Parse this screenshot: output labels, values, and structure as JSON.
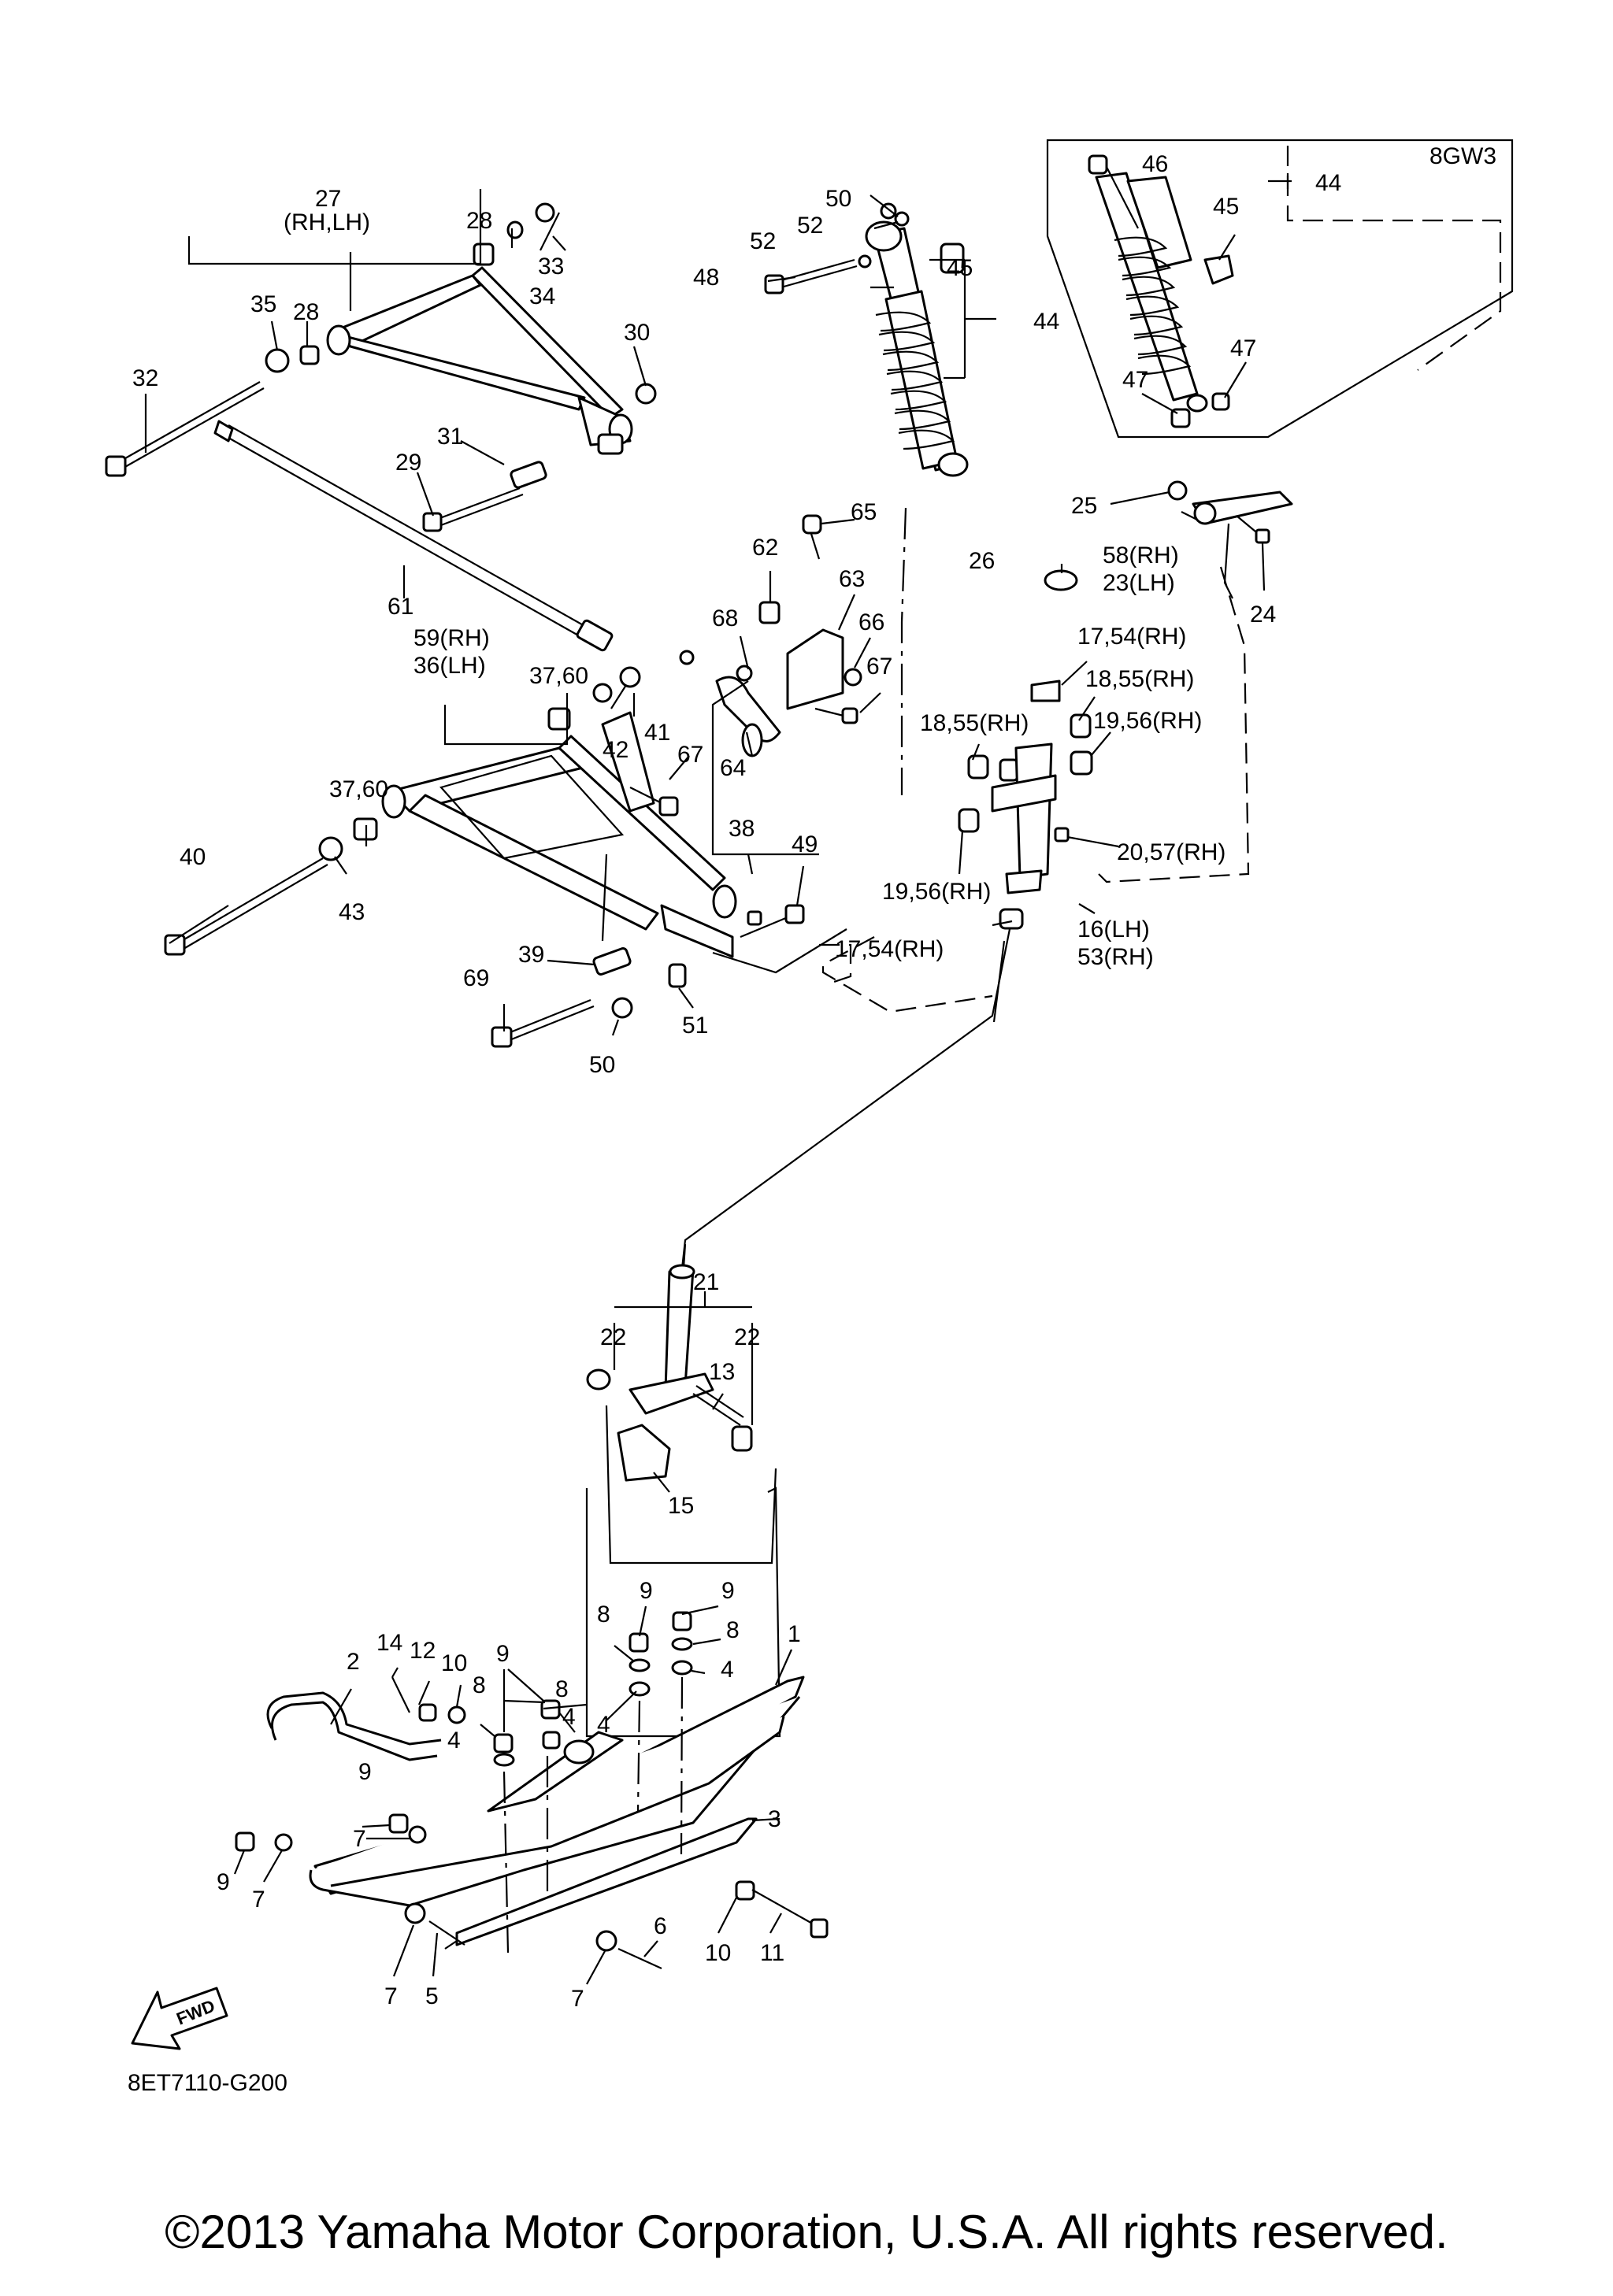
{
  "diagram": {
    "variant_code": "8GW3",
    "drawing_code": "8ET7110-G200",
    "fwd_label": "FWD",
    "copyright": "©2013 Yamaha Motor Corporation, U.S.A. All rights reserved.",
    "callouts": [
      {
        "id": "c27a",
        "text": "27"
      },
      {
        "id": "c27b",
        "text": "(RH,LH)"
      },
      {
        "id": "c28a",
        "text": "28"
      },
      {
        "id": "c28b",
        "text": "28"
      },
      {
        "id": "c33",
        "text": "33"
      },
      {
        "id": "c34",
        "text": "34"
      },
      {
        "id": "c35",
        "text": "35"
      },
      {
        "id": "c30",
        "text": "30"
      },
      {
        "id": "c32",
        "text": "32"
      },
      {
        "id": "c31",
        "text": "31"
      },
      {
        "id": "c29",
        "text": "29"
      },
      {
        "id": "c61",
        "text": "61"
      },
      {
        "id": "c50a",
        "text": "50"
      },
      {
        "id": "c52a",
        "text": "52"
      },
      {
        "id": "c52b",
        "text": "52"
      },
      {
        "id": "c48",
        "text": "48"
      },
      {
        "id": "c45a",
        "text": "45"
      },
      {
        "id": "c44a",
        "text": "44"
      },
      {
        "id": "c46",
        "text": "46"
      },
      {
        "id": "c44b",
        "text": "44"
      },
      {
        "id": "c45b",
        "text": "45"
      },
      {
        "id": "c47a",
        "text": "47"
      },
      {
        "id": "c47b",
        "text": "47"
      },
      {
        "id": "c65",
        "text": "65"
      },
      {
        "id": "c62",
        "text": "62"
      },
      {
        "id": "c63",
        "text": "63"
      },
      {
        "id": "c66",
        "text": "66"
      },
      {
        "id": "c67a",
        "text": "67"
      },
      {
        "id": "c68",
        "text": "68"
      },
      {
        "id": "c64",
        "text": "64"
      },
      {
        "id": "c67b",
        "text": "67"
      },
      {
        "id": "c59",
        "text": "59(RH)"
      },
      {
        "id": "c36",
        "text": "36(LH)"
      },
      {
        "id": "c3760a",
        "text": "37,60"
      },
      {
        "id": "c42",
        "text": "42"
      },
      {
        "id": "c41",
        "text": "41"
      },
      {
        "id": "c3760b",
        "text": "37,60"
      },
      {
        "id": "c40",
        "text": "40"
      },
      {
        "id": "c43",
        "text": "43"
      },
      {
        "id": "c38",
        "text": "38"
      },
      {
        "id": "c49",
        "text": "49"
      },
      {
        "id": "c39",
        "text": "39"
      },
      {
        "id": "c69",
        "text": "69"
      },
      {
        "id": "c50b",
        "text": "50"
      },
      {
        "id": "c51",
        "text": "51"
      },
      {
        "id": "c25",
        "text": "25"
      },
      {
        "id": "c58",
        "text": "58(RH)"
      },
      {
        "id": "c23",
        "text": "23(LH)"
      },
      {
        "id": "c24",
        "text": "24"
      },
      {
        "id": "c26",
        "text": "26"
      },
      {
        "id": "c1754a",
        "text": "17,54(RH)"
      },
      {
        "id": "c1855a",
        "text": "18,55(RH)"
      },
      {
        "id": "c1855b",
        "text": "18,55(RH)"
      },
      {
        "id": "c1956a",
        "text": "19,56(RH)"
      },
      {
        "id": "c2057",
        "text": "20,57(RH)"
      },
      {
        "id": "c1956b",
        "text": "19,56(RH)"
      },
      {
        "id": "c16",
        "text": "16(LH)"
      },
      {
        "id": "c53",
        "text": "53(RH)"
      },
      {
        "id": "c1754b",
        "text": "17,54(RH)"
      },
      {
        "id": "c21",
        "text": "21"
      },
      {
        "id": "c22a",
        "text": "22"
      },
      {
        "id": "c22b",
        "text": "22"
      },
      {
        "id": "c13",
        "text": "13"
      },
      {
        "id": "c15",
        "text": "15"
      },
      {
        "id": "c9a",
        "text": "9"
      },
      {
        "id": "c9b",
        "text": "9"
      },
      {
        "id": "c8a",
        "text": "8"
      },
      {
        "id": "c8b",
        "text": "8"
      },
      {
        "id": "c4a",
        "text": "4"
      },
      {
        "id": "c4b",
        "text": "4"
      },
      {
        "id": "c1",
        "text": "1"
      },
      {
        "id": "c14",
        "text": "14"
      },
      {
        "id": "c12",
        "text": "12"
      },
      {
        "id": "c2",
        "text": "2"
      },
      {
        "id": "c10a",
        "text": "10"
      },
      {
        "id": "c9c",
        "text": "9"
      },
      {
        "id": "c8c",
        "text": "8"
      },
      {
        "id": "c8d",
        "text": "8"
      },
      {
        "id": "c4c",
        "text": "4"
      },
      {
        "id": "c4d",
        "text": "4"
      },
      {
        "id": "c9d",
        "text": "9"
      },
      {
        "id": "c7a",
        "text": "7"
      },
      {
        "id": "c9e",
        "text": "9"
      },
      {
        "id": "c7b",
        "text": "7"
      },
      {
        "id": "c3",
        "text": "3"
      },
      {
        "id": "c7c",
        "text": "7"
      },
      {
        "id": "c5",
        "text": "5"
      },
      {
        "id": "c6",
        "text": "6"
      },
      {
        "id": "c7d",
        "text": "7"
      },
      {
        "id": "c10b",
        "text": "10"
      },
      {
        "id": "c11",
        "text": "11"
      }
    ]
  }
}
